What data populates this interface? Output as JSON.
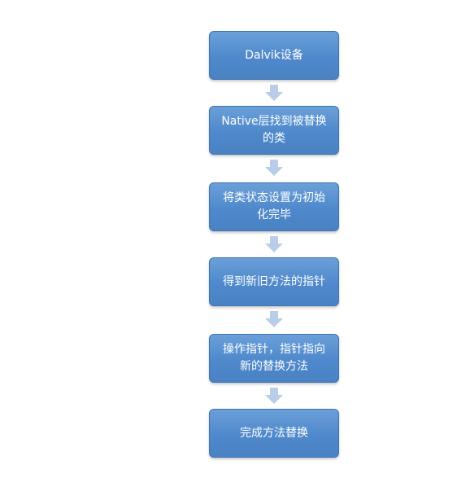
{
  "colors": {
    "box_fill": "#5b93d3",
    "box_border": "#3f74b3",
    "arrow_fill": "#b9cde9"
  },
  "steps": [
    {
      "label": "Dalvik设备"
    },
    {
      "label": "Native层找到被替换的类"
    },
    {
      "label": "将类状态设置为初始化完毕"
    },
    {
      "label": "得到新旧方法的指针"
    },
    {
      "label": "操作指针，指针指向新的替换方法"
    },
    {
      "label": "完成方法替换"
    }
  ]
}
